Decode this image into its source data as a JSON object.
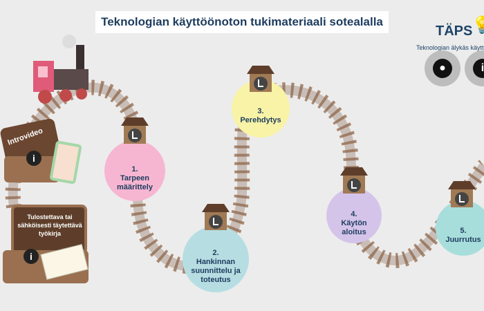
{
  "header": {
    "title": "Teknologian käyttöönoton tukimateriaali sotealalla"
  },
  "brand": {
    "logo": "TÄPS",
    "subtitle": "Teknologian älykäs käyttö"
  },
  "buttons": {
    "tips_icon": "lightbulb-icon",
    "info_label": "i"
  },
  "suitcases": [
    {
      "label": "Introvideo",
      "info": "i"
    },
    {
      "label": "Tulostettava tai\nsähköisesti täytettävä\ntyökirja",
      "info": "i"
    }
  ],
  "stations": [
    {
      "label": "1.\nTarpeen\nmäärittely",
      "color": "#f6b6d2"
    },
    {
      "label": "2.\nHankinnan\nsuunnittelu ja\ntoteutus",
      "color": "#b6dee2"
    },
    {
      "label": "3.\nPerehdytys",
      "color": "#f8f3a6"
    },
    {
      "label": "4.\nKäytön\naloitus",
      "color": "#d5c4e9"
    },
    {
      "label": "5.\nJuurrutus",
      "color": "#a7dedb"
    }
  ],
  "colors": {
    "title": "#1d3c5e",
    "track": "#9c7b64",
    "suitcase": "#7a5235"
  }
}
